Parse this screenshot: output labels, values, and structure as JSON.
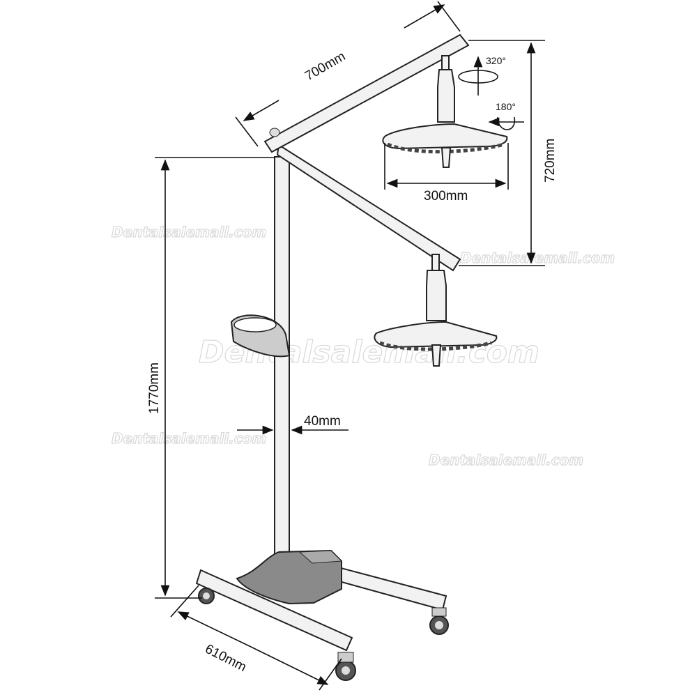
{
  "dimensions": {
    "arm_length": "700mm",
    "height_range": "720mm",
    "lamp_head_width": "300mm",
    "total_height": "1770mm",
    "pole_diameter": "40mm",
    "base_width": "610mm"
  },
  "rotation": {
    "horizontal": "320°",
    "vertical": "180°"
  },
  "watermark": "Dentalsalemall.com"
}
